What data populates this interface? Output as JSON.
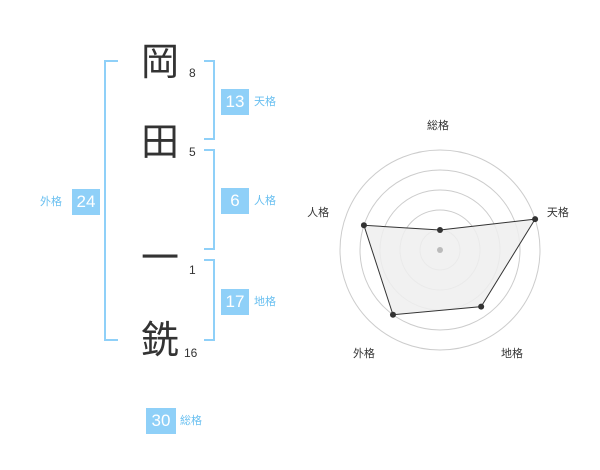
{
  "name": {
    "chars": [
      {
        "char": "岡",
        "strokes": "8"
      },
      {
        "char": "田",
        "strokes": "5"
      },
      {
        "char": "一",
        "strokes": "1"
      },
      {
        "char": "銑",
        "strokes": "16"
      }
    ]
  },
  "fortune": {
    "tenkaku": {
      "value": "13",
      "label": "天格"
    },
    "jinkaku": {
      "value": "6",
      "label": "人格"
    },
    "chikaku": {
      "value": "17",
      "label": "地格"
    },
    "gaikaku": {
      "value": "24",
      "label": "外格"
    },
    "soukaku": {
      "value": "30",
      "label": "総格"
    }
  },
  "colors": {
    "accent": "#8fd0f8",
    "accent_text": "#68bff0",
    "bracket": "#8fd0f8",
    "radar_fill": "#efefef",
    "radar_line": "#333333",
    "grid": "#cccccc"
  },
  "chart_data": {
    "type": "radar",
    "axes": [
      "総格",
      "天格",
      "地格",
      "外格",
      "人格"
    ],
    "values": [
      1,
      5,
      3.5,
      4,
      4
    ],
    "rlim": [
      0,
      5
    ],
    "grid_rings": 5
  }
}
